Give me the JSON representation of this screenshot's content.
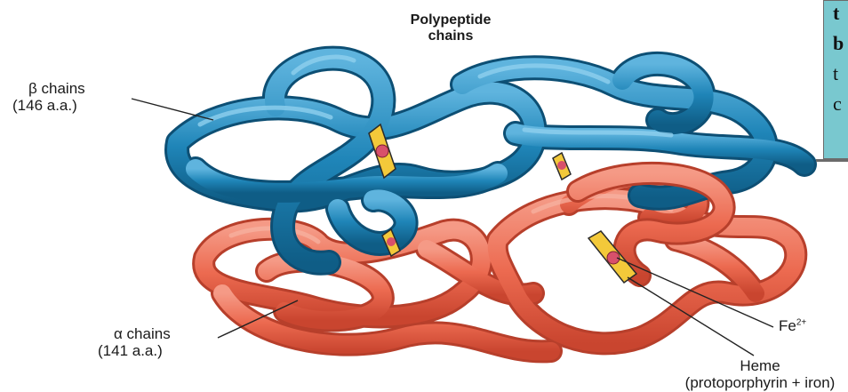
{
  "title": {
    "line1": "Polypeptide",
    "line2": "chains"
  },
  "labels": {
    "beta": {
      "line1": "β chains",
      "line2": "(146 a.a.)"
    },
    "alpha": {
      "line1": "α chains",
      "line2": "(141 a.a.)"
    },
    "iron": {
      "symbol": "Fe",
      "charge": "2+"
    },
    "heme": {
      "line1": "Heme",
      "line2": "(protoporphyrin + iron)"
    }
  },
  "callout": {
    "l1": "t",
    "l2": "b",
    "l3": "t",
    "l4": "c"
  },
  "colors": {
    "beta_chain": "#1f85b8",
    "beta_highlight": "#5fb4de",
    "alpha_chain": "#ec6a50",
    "alpha_highlight": "#f59a86",
    "heme_group": "#f3c93a",
    "iron_atom": "#d8506b",
    "callout_box": "#79c8cf"
  }
}
